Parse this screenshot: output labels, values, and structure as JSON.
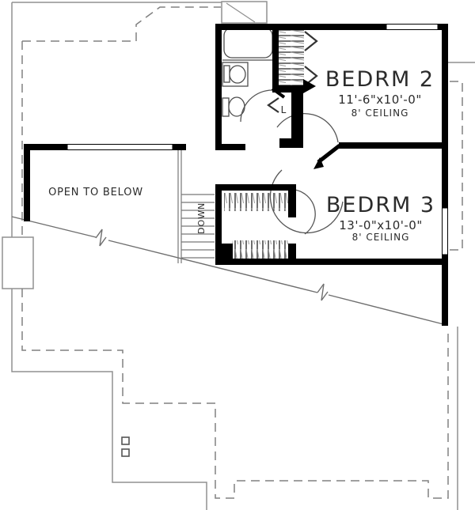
{
  "labels": {
    "bedroom2": {
      "name": "BEDRM 2",
      "dimensions": "11'-6\"x10'-0\"",
      "ceiling": "8' CEILING"
    },
    "bedroom3": {
      "name": "BEDRM 3",
      "dimensions": "13'-0\"x10'-0\"",
      "ceiling": "8' CEILING"
    },
    "open_area": {
      "name": "OPEN TO BELOW"
    },
    "stairs": {
      "direction": "DOWN"
    },
    "linen_closet": {
      "abbrev": "L"
    }
  },
  "colors": {
    "wall": "#000000",
    "thin_outline": "#909090",
    "dashed_outline": "#808080",
    "fixture_line": "#4d4d4d",
    "door_arc": "#555555",
    "text": "#2b2b2b",
    "background": "#ffffff"
  }
}
